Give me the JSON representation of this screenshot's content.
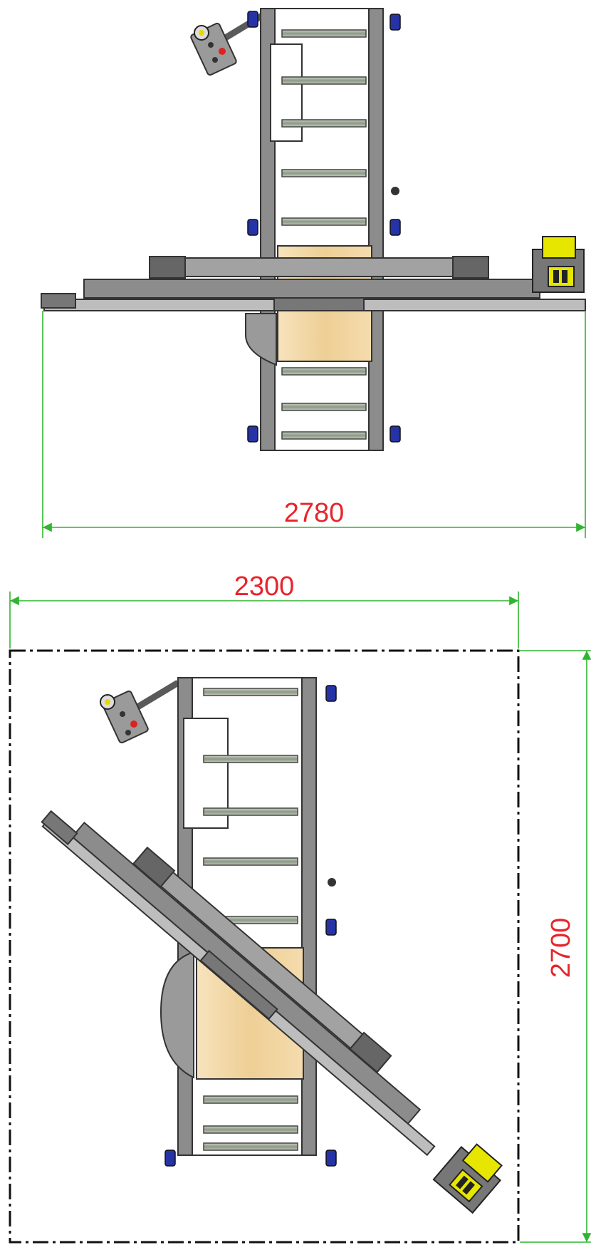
{
  "drawing": {
    "top_view": {
      "width_dimension": "2780"
    },
    "rotated_view": {
      "width_dimension": "2300",
      "height_dimension": "2700"
    }
  },
  "colors": {
    "frame": "#8c8c8c",
    "frame_dark": "#4a4a4a",
    "frame_light": "#bdbdbd",
    "roller": "#a7b39f",
    "table_wood": "#f2d8a6",
    "motor": "#e6e600",
    "foot": "#2633a6",
    "dimension_line": "#2fb52f",
    "dimension_text": "#e8242a",
    "envelope": "#111111"
  }
}
